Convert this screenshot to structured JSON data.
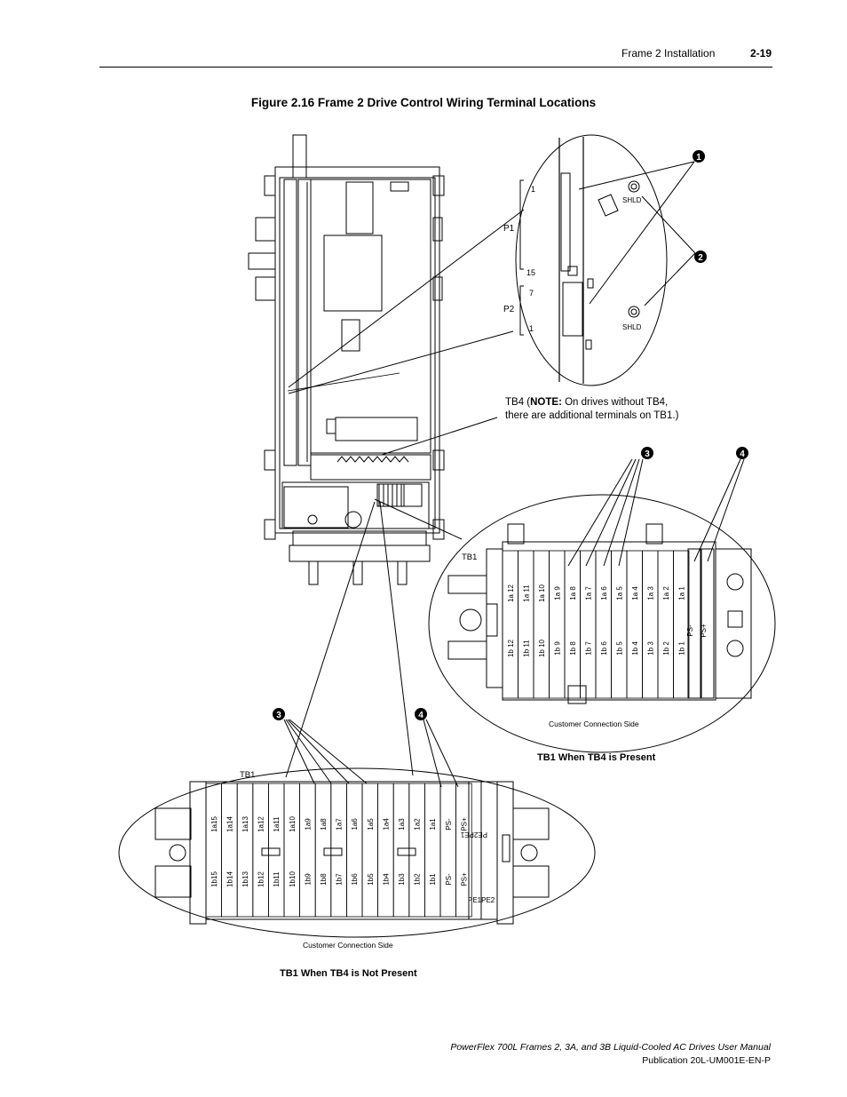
{
  "header": {
    "section": "Frame 2 Installation",
    "page": "2-19"
  },
  "figure": {
    "title": "Figure 2.16   Frame 2 Drive Control Wiring Terminal Locations"
  },
  "detail_p": {
    "p1": "P1",
    "p2": "P2",
    "n1_top": "1",
    "n15": "15",
    "n7": "7",
    "n1_bottom": "1",
    "shld1": "SHLD",
    "shld2": "SHLD"
  },
  "callouts": {
    "c1": "1",
    "c2": "2",
    "c3": "3",
    "c4": "4"
  },
  "tb4_note": {
    "prefix": "TB4 (",
    "bold": "NOTE:",
    "line1_rest": " On drives without TB4,",
    "line2": "there are additional terminals on TB1.)"
  },
  "tb1_present": {
    "label": "TB1",
    "top_row": [
      "1a 12",
      "1a 11",
      "1a 10",
      "1a 9",
      "1a 8",
      "1a 7",
      "1a 6",
      "1a 5",
      "1a 4",
      "1a 3",
      "1a 2",
      "1a 1"
    ],
    "bottom_row": [
      "1b 12",
      "1b 11",
      "1b 10",
      "1b 9",
      "1b 8",
      "1b 7",
      "1b 6",
      "1b 5",
      "1b 4",
      "1b 3",
      "1b 2",
      "1b 1"
    ],
    "ps": [
      "PS-",
      "PS+"
    ],
    "side": "Customer Connection Side",
    "caption": "TB1 When TB4 is Present"
  },
  "tb1_not_present": {
    "label": "TB1",
    "top_row": [
      "1a15",
      "1a14",
      "1a13",
      "1a12",
      "1a11",
      "1a10",
      "1a9",
      "1a8",
      "1a7",
      "1a6",
      "1a5",
      "1a4",
      "1a3",
      "1a2",
      "1a1",
      "PS-",
      "PS+"
    ],
    "bottom_row": [
      "1b15",
      "1b14",
      "1b13",
      "1b12",
      "1b11",
      "1b10",
      "1b9",
      "1b8",
      "1b7",
      "1b6",
      "1b5",
      "1b4",
      "1b3",
      "1b2",
      "1b1",
      "PS-",
      "PS+"
    ],
    "pe_top": "PE2PE1",
    "pe_bottom": "PE1PE2",
    "side": "Customer Connection Side",
    "caption": "TB1 When TB4 is Not Present"
  },
  "footer": {
    "manual": "PowerFlex 700L Frames 2, 3A, and 3B Liquid-Cooled AC Drives User Manual",
    "publication": "Publication 20L-UM001E-EN-P"
  }
}
